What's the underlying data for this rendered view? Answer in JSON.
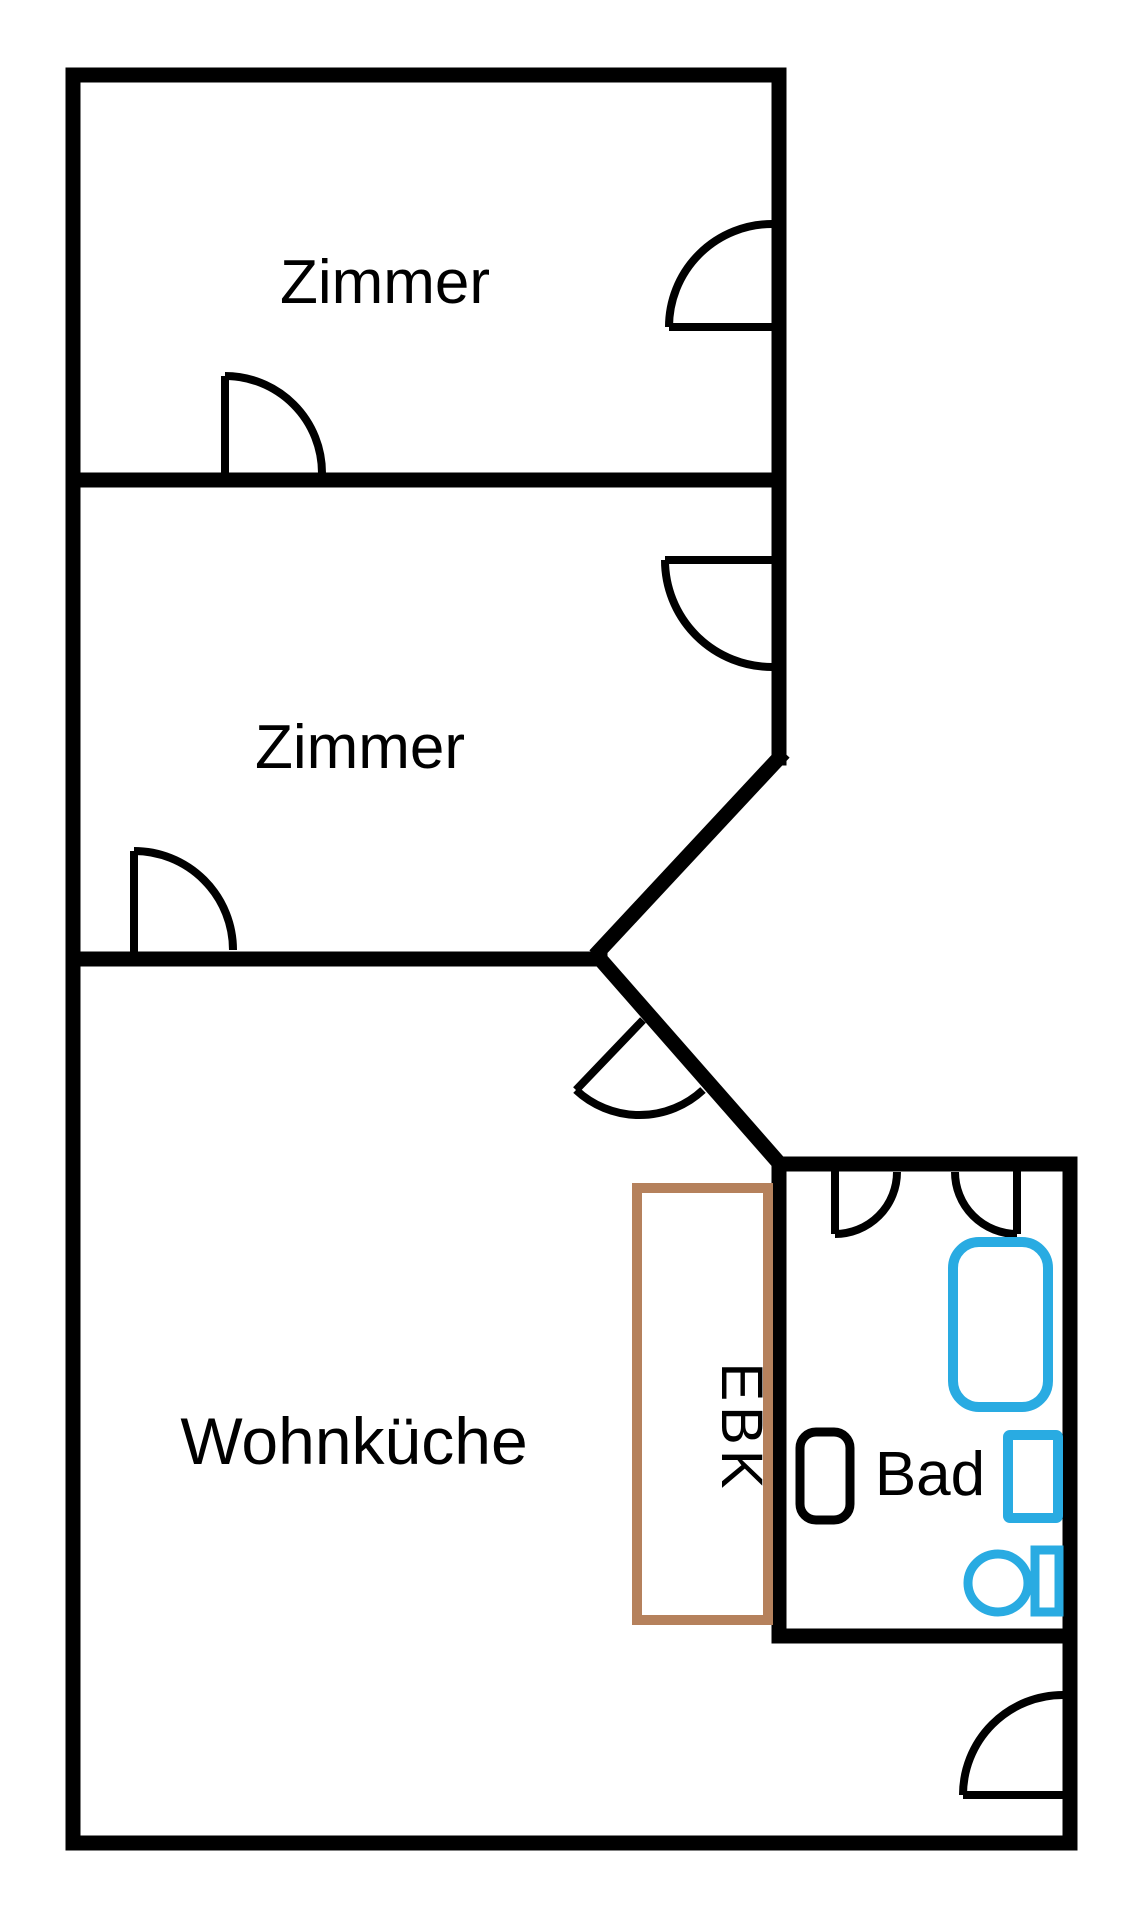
{
  "colors": {
    "background": "#ffffff",
    "wall": "#000000",
    "text": "#000000",
    "fixtures_blue": "#29abe2",
    "kitchen_brown": "#b5815c"
  },
  "rooms": {
    "zimmer_top": {
      "label": "Zimmer"
    },
    "zimmer_middle": {
      "label": "Zimmer"
    },
    "wohnkueche": {
      "label": "Wohnküche"
    },
    "ebk": {
      "label": "EBK"
    },
    "bad": {
      "label": "Bad"
    }
  }
}
